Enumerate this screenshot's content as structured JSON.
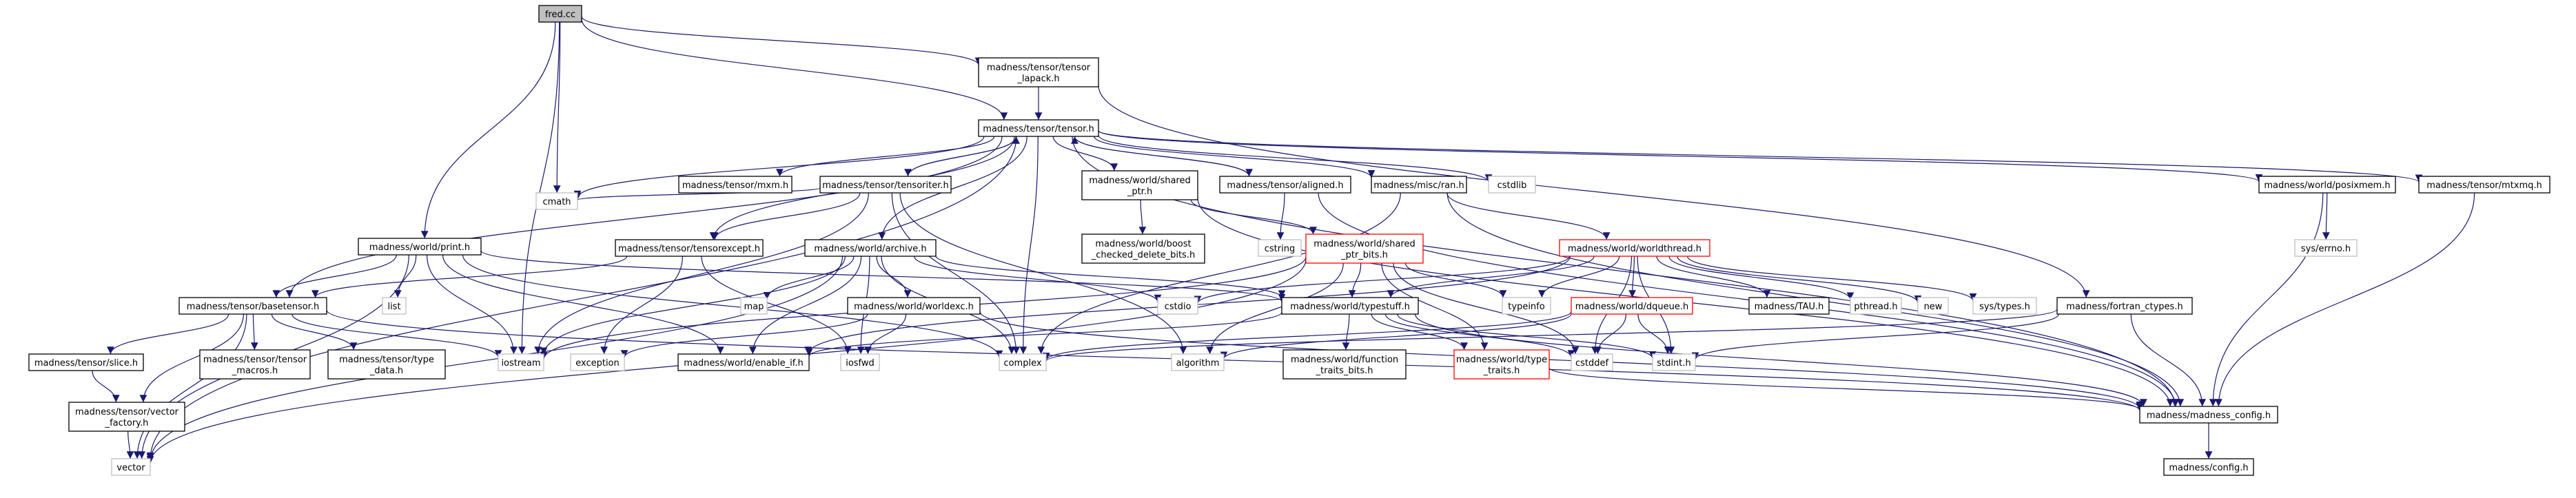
{
  "graph": {
    "colors": {
      "edge": "#191970",
      "root_fill": "#bfbfbf",
      "root_border": "#000000",
      "documented_border": "#000000",
      "undocumented_border": "#bfbfbf",
      "truncated_border": "#ff0000",
      "node_fill": "#ffffff",
      "text": "#000000"
    },
    "nodes": [
      {
        "id": "fred",
        "lines": [
          "fred.cc"
        ],
        "kind": "root"
      },
      {
        "id": "lapack",
        "lines": [
          "madness/tensor/tensor",
          "_lapack.h"
        ],
        "kind": "doc"
      },
      {
        "id": "tensor",
        "lines": [
          "madness/tensor/tensor.h"
        ],
        "kind": "doc"
      },
      {
        "id": "mxm",
        "lines": [
          "madness/tensor/mxm.h"
        ],
        "kind": "doc"
      },
      {
        "id": "tensoriter",
        "lines": [
          "madness/tensor/tensoriter.h"
        ],
        "kind": "doc"
      },
      {
        "id": "sharedptr",
        "lines": [
          "madness/world/shared",
          "_ptr.h"
        ],
        "kind": "doc"
      },
      {
        "id": "aligned",
        "lines": [
          "madness/tensor/aligned.h"
        ],
        "kind": "doc"
      },
      {
        "id": "ran",
        "lines": [
          "madness/misc/ran.h"
        ],
        "kind": "doc"
      },
      {
        "id": "cstdlib",
        "lines": [
          "cstdlib"
        ],
        "kind": "sys"
      },
      {
        "id": "posixmem",
        "lines": [
          "madness/world/posixmem.h"
        ],
        "kind": "doc"
      },
      {
        "id": "mtxmq",
        "lines": [
          "madness/tensor/mtxmq.h"
        ],
        "kind": "doc"
      },
      {
        "id": "cmath",
        "lines": [
          "cmath"
        ],
        "kind": "sys"
      },
      {
        "id": "boostcheck",
        "lines": [
          "madness/world/boost",
          "_checked_delete_bits.h"
        ],
        "kind": "doc"
      },
      {
        "id": "cstring",
        "lines": [
          "cstring"
        ],
        "kind": "sys"
      },
      {
        "id": "sharedptrbits",
        "lines": [
          "madness/world/shared",
          "_ptr_bits.h"
        ],
        "kind": "trunc"
      },
      {
        "id": "worldthread",
        "lines": [
          "madness/world/worldthread.h"
        ],
        "kind": "trunc"
      },
      {
        "id": "errno",
        "lines": [
          "sys/errno.h"
        ],
        "kind": "sys"
      },
      {
        "id": "print",
        "lines": [
          "madness/world/print.h"
        ],
        "kind": "doc"
      },
      {
        "id": "tensorexcept",
        "lines": [
          "madness/tensor/tensorexcept.h"
        ],
        "kind": "doc"
      },
      {
        "id": "archive",
        "lines": [
          "madness/world/archive.h"
        ],
        "kind": "doc"
      },
      {
        "id": "basetensor",
        "lines": [
          "madness/tensor/basetensor.h"
        ],
        "kind": "doc"
      },
      {
        "id": "list",
        "lines": [
          "list"
        ],
        "kind": "sys"
      },
      {
        "id": "map",
        "lines": [
          "map"
        ],
        "kind": "sys"
      },
      {
        "id": "worldexc",
        "lines": [
          "madness/world/worldexc.h"
        ],
        "kind": "doc"
      },
      {
        "id": "cstdio",
        "lines": [
          "cstdio"
        ],
        "kind": "sys"
      },
      {
        "id": "typestuff",
        "lines": [
          "madness/world/typestuff.h"
        ],
        "kind": "doc"
      },
      {
        "id": "typeinfo",
        "lines": [
          "typeinfo"
        ],
        "kind": "sys"
      },
      {
        "id": "dqueue",
        "lines": [
          "madness/world/dqueue.h"
        ],
        "kind": "trunc"
      },
      {
        "id": "tau",
        "lines": [
          "madness/TAU.h"
        ],
        "kind": "doc"
      },
      {
        "id": "pthread",
        "lines": [
          "pthread.h"
        ],
        "kind": "sys"
      },
      {
        "id": "new",
        "lines": [
          "new"
        ],
        "kind": "sys"
      },
      {
        "id": "systypes",
        "lines": [
          "sys/types.h"
        ],
        "kind": "sys"
      },
      {
        "id": "fortran",
        "lines": [
          "madness/fortran_ctypes.h"
        ],
        "kind": "doc"
      },
      {
        "id": "slice",
        "lines": [
          "madness/tensor/slice.h"
        ],
        "kind": "doc"
      },
      {
        "id": "tmacros",
        "lines": [
          "madness/tensor/tensor",
          "_macros.h"
        ],
        "kind": "doc"
      },
      {
        "id": "typedata",
        "lines": [
          "madness/tensor/type",
          "_data.h"
        ],
        "kind": "doc"
      },
      {
        "id": "iostream",
        "lines": [
          "iostream"
        ],
        "kind": "sys"
      },
      {
        "id": "exception",
        "lines": [
          "exception"
        ],
        "kind": "sys"
      },
      {
        "id": "enableif",
        "lines": [
          "madness/world/enable_if.h"
        ],
        "kind": "doc"
      },
      {
        "id": "iosfwd",
        "lines": [
          "iosfwd"
        ],
        "kind": "sys"
      },
      {
        "id": "complex",
        "lines": [
          "complex"
        ],
        "kind": "sys"
      },
      {
        "id": "algorithm",
        "lines": [
          "algorithm"
        ],
        "kind": "sys"
      },
      {
        "id": "ftraits",
        "lines": [
          "madness/world/function",
          "_traits_bits.h"
        ],
        "kind": "doc"
      },
      {
        "id": "typetraits",
        "lines": [
          "madness/world/type",
          "_traits.h"
        ],
        "kind": "trunc"
      },
      {
        "id": "cstddef",
        "lines": [
          "cstddef"
        ],
        "kind": "sys"
      },
      {
        "id": "stdint",
        "lines": [
          "stdint.h"
        ],
        "kind": "sys"
      },
      {
        "id": "vfactory",
        "lines": [
          "madness/tensor/vector",
          "_factory.h"
        ],
        "kind": "doc"
      },
      {
        "id": "mconfig",
        "lines": [
          "madness/madness_config.h"
        ],
        "kind": "doc"
      },
      {
        "id": "vector",
        "lines": [
          "vector"
        ],
        "kind": "sys"
      },
      {
        "id": "configh",
        "lines": [
          "madness/config.h"
        ],
        "kind": "doc"
      }
    ],
    "edges": [
      [
        "fred",
        "lapack"
      ],
      [
        "fred",
        "tensor"
      ],
      [
        "fred",
        "cmath"
      ],
      [
        "fred",
        "print"
      ],
      [
        "fred",
        "iostream"
      ],
      [
        "lapack",
        "tensor"
      ],
      [
        "lapack",
        "fortran"
      ],
      [
        "tensor",
        "mxm"
      ],
      [
        "tensor",
        "tensoriter"
      ],
      [
        "tensor",
        "sharedptr"
      ],
      [
        "tensor",
        "aligned"
      ],
      [
        "tensor",
        "ran"
      ],
      [
        "tensor",
        "cstdlib"
      ],
      [
        "tensor",
        "posixmem"
      ],
      [
        "tensor",
        "mtxmq"
      ],
      [
        "tensor",
        "mconfig"
      ],
      [
        "tensor",
        "cmath"
      ],
      [
        "tensor",
        "tensorexcept"
      ],
      [
        "tensor",
        "archive"
      ],
      [
        "tensor",
        "basetensor"
      ],
      [
        "tensor",
        "complex"
      ],
      [
        "tensor",
        "vector"
      ],
      [
        "tensoriter",
        "tensor"
      ],
      [
        "tensoriter",
        "cmath"
      ],
      [
        "tensoriter",
        "tensorexcept"
      ],
      [
        "tensoriter",
        "iostream"
      ],
      [
        "tensoriter",
        "complex"
      ],
      [
        "tensoriter",
        "algorithm"
      ],
      [
        "sharedptr",
        "boostcheck"
      ],
      [
        "sharedptr",
        "sharedptrbits"
      ],
      [
        "sharedptr",
        "mconfig"
      ],
      [
        "aligned",
        "tensor"
      ],
      [
        "aligned",
        "cstring"
      ],
      [
        "aligned",
        "mconfig"
      ],
      [
        "ran",
        "worldthread"
      ],
      [
        "ran",
        "complex"
      ],
      [
        "ran",
        "mconfig"
      ],
      [
        "posixmem",
        "errno"
      ],
      [
        "posixmem",
        "mconfig"
      ],
      [
        "mtxmq",
        "mconfig"
      ],
      [
        "print",
        "basetensor"
      ],
      [
        "print",
        "list"
      ],
      [
        "print",
        "iostream"
      ],
      [
        "print",
        "complex"
      ],
      [
        "print",
        "vector"
      ],
      [
        "print",
        "typestuff"
      ],
      [
        "print",
        "enableif"
      ],
      [
        "tensorexcept",
        "exception"
      ],
      [
        "tensorexcept",
        "iosfwd"
      ],
      [
        "tensorexcept",
        "basetensor"
      ],
      [
        "archive",
        "map"
      ],
      [
        "archive",
        "worldexc"
      ],
      [
        "archive",
        "cstdio"
      ],
      [
        "archive",
        "typestuff"
      ],
      [
        "archive",
        "iostream"
      ],
      [
        "archive",
        "complex"
      ],
      [
        "archive",
        "vector"
      ],
      [
        "archive",
        "enableif"
      ],
      [
        "archive",
        "iosfwd"
      ],
      [
        "sharedptrbits",
        "typeinfo"
      ],
      [
        "sharedptrbits",
        "typestuff"
      ],
      [
        "sharedptrbits",
        "iostream"
      ],
      [
        "sharedptrbits",
        "algorithm"
      ],
      [
        "sharedptrbits",
        "typetraits"
      ],
      [
        "sharedptrbits",
        "cstddef"
      ],
      [
        "sharedptrbits",
        "vector"
      ],
      [
        "worldthread",
        "dqueue"
      ],
      [
        "worldthread",
        "tau"
      ],
      [
        "worldthread",
        "pthread"
      ],
      [
        "worldthread",
        "new"
      ],
      [
        "worldthread",
        "systypes"
      ],
      [
        "worldthread",
        "typeinfo"
      ],
      [
        "worldthread",
        "cstdio"
      ],
      [
        "worldthread",
        "typestuff"
      ],
      [
        "worldthread",
        "cstddef"
      ],
      [
        "worldthread",
        "stdint"
      ],
      [
        "worldthread",
        "enableif"
      ],
      [
        "basetensor",
        "slice"
      ],
      [
        "basetensor",
        "tmacros"
      ],
      [
        "basetensor",
        "typedata"
      ],
      [
        "basetensor",
        "vfactory"
      ],
      [
        "basetensor",
        "iostream"
      ],
      [
        "basetensor",
        "mconfig"
      ],
      [
        "basetensor",
        "vector"
      ],
      [
        "slice",
        "vfactory"
      ],
      [
        "vfactory",
        "vector"
      ],
      [
        "worldexc",
        "exception"
      ],
      [
        "worldexc",
        "iosfwd"
      ],
      [
        "worldexc",
        "mconfig"
      ],
      [
        "typestuff",
        "ftraits"
      ],
      [
        "typestuff",
        "typetraits"
      ],
      [
        "typestuff",
        "cstddef"
      ],
      [
        "typestuff",
        "stdint"
      ],
      [
        "typestuff",
        "mconfig"
      ],
      [
        "typestuff",
        "enableif"
      ],
      [
        "typetraits",
        "mconfig"
      ],
      [
        "dqueue",
        "algorithm"
      ],
      [
        "dqueue",
        "cstddef"
      ],
      [
        "dqueue",
        "stdint"
      ],
      [
        "dqueue",
        "complex"
      ],
      [
        "fortran",
        "complex"
      ],
      [
        "fortran",
        "stdint"
      ],
      [
        "fortran",
        "mconfig"
      ],
      [
        "mconfig",
        "configh"
      ]
    ]
  }
}
